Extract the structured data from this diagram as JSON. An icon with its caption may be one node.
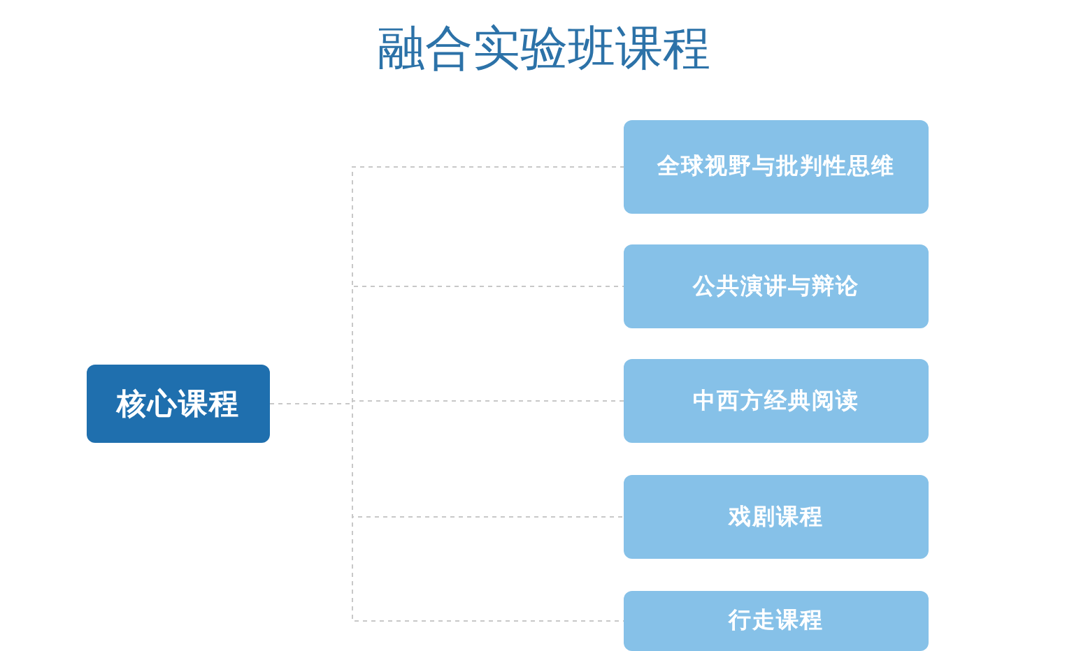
{
  "diagram": {
    "title": "融合实验班课程",
    "nodes": [
      {
        "text": [
          "核心课程"
        ]
      },
      {
        "text": [
          "全球视野与批判性思维"
        ]
      },
      {
        "text": [
          "公共演讲与辩论"
        ]
      },
      {
        "text": [
          "中西方经典阅读"
        ]
      },
      {
        "text": [
          "戏剧课程"
        ]
      },
      {
        "text": [
          "行走课程"
        ]
      }
    ],
    "edges": [
      {
        "from": 0,
        "to": 1,
        "arrow": "none",
        "style": "dashed"
      },
      {
        "from": 0,
        "to": 2,
        "arrow": "none",
        "style": "dashed"
      },
      {
        "from": 0,
        "to": 3,
        "arrow": "none",
        "style": "dashed"
      },
      {
        "from": 0,
        "to": 4,
        "arrow": "none",
        "style": "dashed"
      },
      {
        "from": 0,
        "to": 5,
        "arrow": "none",
        "style": "dashed"
      }
    ]
  }
}
